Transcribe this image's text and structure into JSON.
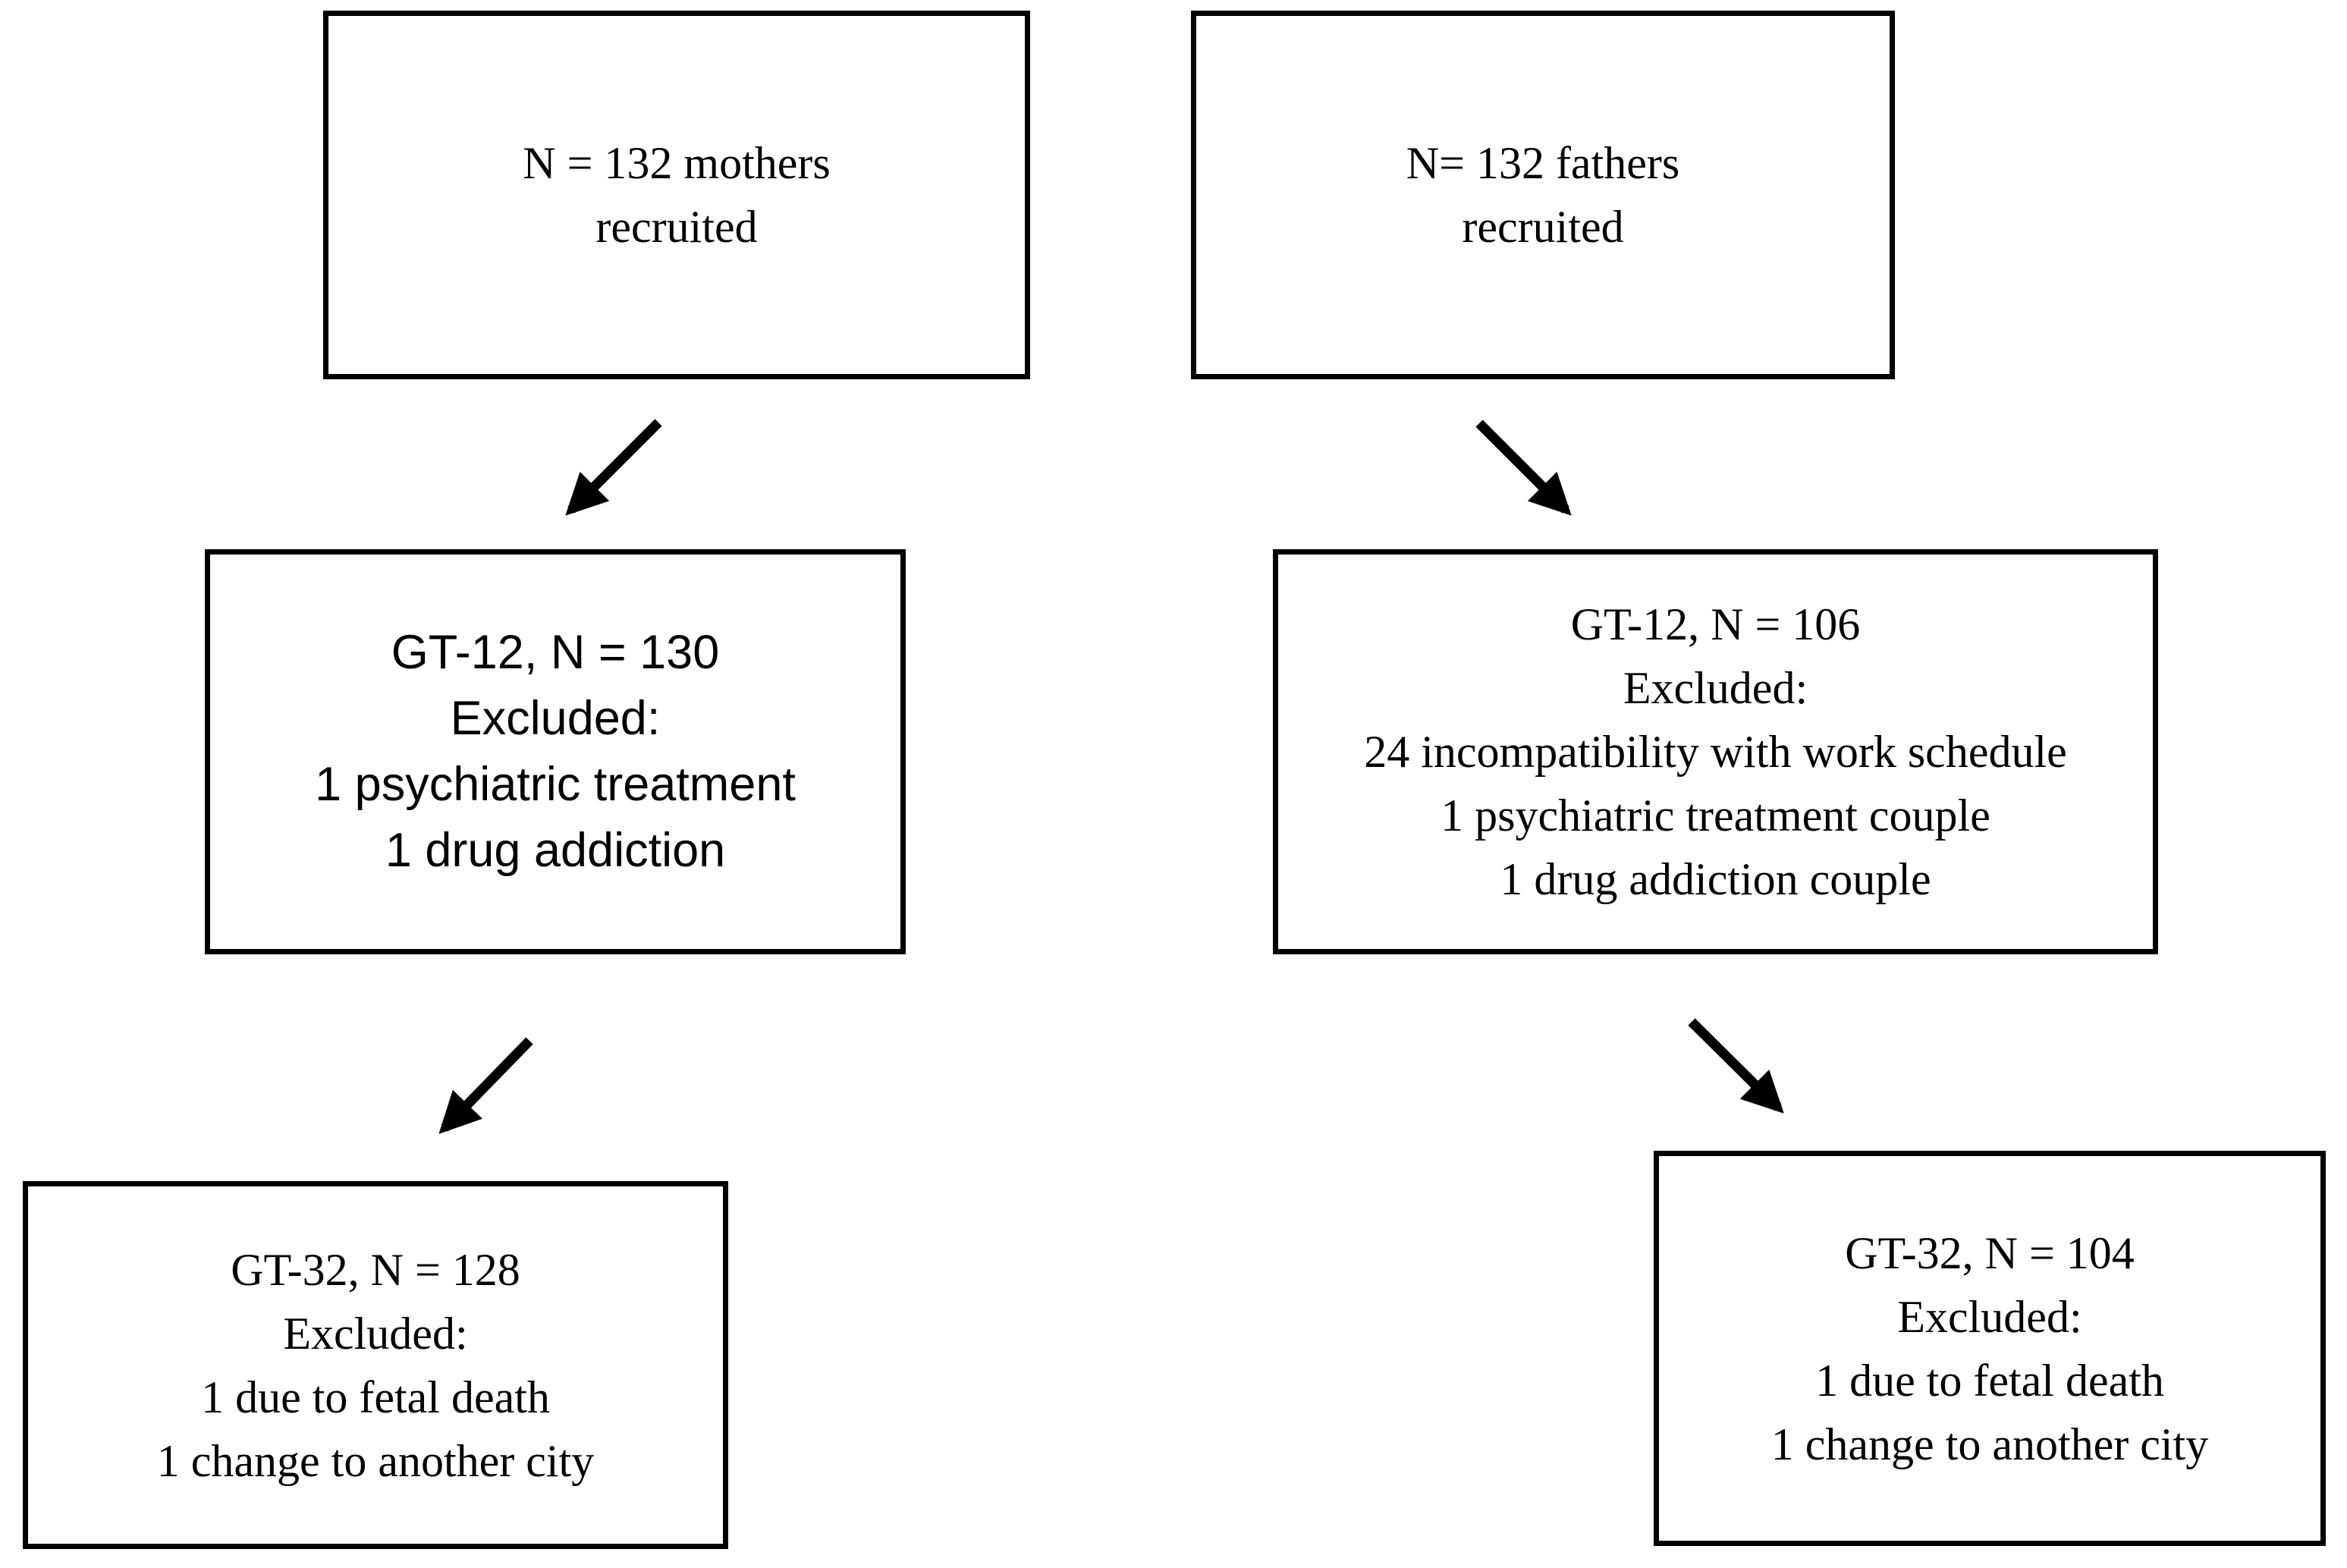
{
  "colors": {
    "background": "#ffffff",
    "box_border": "#000000",
    "text": "#000000",
    "arrow": "#000000"
  },
  "boxes": {
    "mothers_recruited": {
      "lines": [
        "N = 132 mothers",
        "recruited"
      ]
    },
    "fathers_recruited": {
      "lines": [
        "N= 132 fathers",
        "recruited"
      ]
    },
    "mothers_gt12": {
      "lines": [
        "GT-12, N = 130",
        "Excluded:",
        "1 psychiatric treatment",
        "1 drug addiction"
      ]
    },
    "fathers_gt12": {
      "lines": [
        "GT-12, N = 106",
        "Excluded:",
        "24 incompatibility with work schedule",
        "1 psychiatric treatment couple",
        "1 drug addiction couple"
      ]
    },
    "mothers_gt32": {
      "lines": [
        "GT-32, N = 128",
        "Excluded:",
        "1 due to fetal death",
        "1 change to another city"
      ]
    },
    "fathers_gt32": {
      "lines": [
        "GT-32, N = 104",
        "Excluded:",
        "1 due to fetal death",
        "1 change to another city"
      ]
    }
  },
  "arrows": [
    {
      "name": "mothers-recruited-to-gt12",
      "direction": "down-left"
    },
    {
      "name": "fathers-recruited-to-gt12",
      "direction": "down-right"
    },
    {
      "name": "mothers-gt12-to-gt32",
      "direction": "down-left"
    },
    {
      "name": "fathers-gt12-to-gt32",
      "direction": "down-right"
    }
  ]
}
